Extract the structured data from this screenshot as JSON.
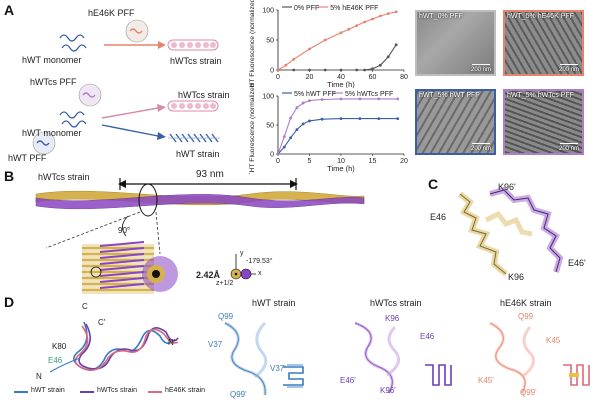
{
  "panels": {
    "a": "A",
    "b": "B",
    "c": "C",
    "d": "D"
  },
  "schematic": {
    "pff1": "hE46K PFF",
    "monomer1": "hWT monomer",
    "strain_cs1": "hWTcs strain",
    "pff_cs": "hWTcs PFF",
    "strain_cs2": "hWTcs strain",
    "monomer2": "hWT monomer",
    "pff_wt": "hWT PFF",
    "strain_wt": "hWT strain"
  },
  "tem": [
    {
      "caption": "hWT_0% PFF",
      "scale": "200 nm"
    },
    {
      "caption": "hWT_5% hE46K PFF",
      "scale": "200 nm"
    },
    {
      "caption": "hWT_5% hWT PFF",
      "scale": "200 nm"
    },
    {
      "caption": "hWT_5% hWTcs PFF",
      "scale": "200 nm"
    }
  ],
  "colors": {
    "gray": "#555555",
    "salmon": "#e8826c",
    "blue": "#3a5ea8",
    "violet": "#b07cc6",
    "purple": "#7b3fb0",
    "gold": "#d6b24e"
  },
  "chart_data": [
    {
      "type": "line",
      "ylabel": "THT Fluorescence (normalized,%)",
      "xlabel": "Time (h)",
      "xlim": [
        0,
        80
      ],
      "ylim": [
        0,
        100
      ],
      "xticks": [
        0,
        20,
        40,
        60,
        80
      ],
      "yticks": [
        0,
        50,
        100
      ],
      "legend": "top",
      "series": [
        {
          "name": "0% PFF",
          "color": "#555555",
          "x": [
            0,
            10,
            20,
            30,
            40,
            50,
            55,
            60,
            65,
            70,
            75
          ],
          "y": [
            0,
            0,
            0,
            0,
            0,
            0,
            0,
            2,
            8,
            22,
            42
          ]
        },
        {
          "name": "5% hE46K PFF",
          "color": "#e8826c",
          "x": [
            0,
            5,
            10,
            20,
            30,
            40,
            45,
            50,
            55,
            60,
            65,
            70,
            75
          ],
          "y": [
            0,
            8,
            18,
            35,
            50,
            62,
            68,
            74,
            80,
            85,
            90,
            94,
            97
          ]
        }
      ]
    },
    {
      "type": "line",
      "ylabel": "THT Fluorescence (normalized,%)",
      "xlabel": "Time (h)",
      "xlim": [
        0,
        20
      ],
      "ylim": [
        0,
        100
      ],
      "xticks": [
        0,
        5,
        10,
        15,
        20
      ],
      "yticks": [
        0,
        50,
        100
      ],
      "legend": "top",
      "series": [
        {
          "name": "5% hWT PFF",
          "color": "#3a5ea8",
          "x": [
            0,
            1,
            2,
            3,
            4,
            5,
            7,
            10,
            13,
            16,
            19
          ],
          "y": [
            0,
            12,
            28,
            42,
            52,
            57,
            60,
            61,
            61,
            61,
            61
          ]
        },
        {
          "name": "5% hWTcs PFF",
          "color": "#b07cc6",
          "x": [
            0,
            1,
            2,
            3,
            4,
            5,
            7,
            10,
            13,
            16,
            19
          ],
          "y": [
            0,
            30,
            62,
            80,
            88,
            92,
            94,
            95,
            95,
            95,
            95
          ]
        }
      ]
    }
  ],
  "b": {
    "title": "hWTcs strain",
    "length": "93 nm",
    "angle": "90°",
    "distance": "2.42Å",
    "twist": "-179.53°",
    "axis_y": "y",
    "axis_x": "x",
    "axis_z": "z+1/2"
  },
  "c": {
    "labels": [
      "K96'",
      "E46",
      "K96",
      "E46'"
    ]
  },
  "d": {
    "overlay_labels": [
      "C",
      "C'",
      "K80",
      "E46",
      "N",
      "N'"
    ],
    "legend": [
      {
        "label": "hWT strain",
        "color": "#3a7bbf"
      },
      {
        "label": "hWTcs strain",
        "color": "#6a3fb0"
      },
      {
        "label": "hE46K strain",
        "color": "#d96b7c"
      }
    ],
    "strains": [
      {
        "title": "hWT strain",
        "labels": [
          "Q99",
          "V37",
          "V37'",
          "Q99'"
        ]
      },
      {
        "title": "hWTcs strain",
        "labels": [
          "K96",
          "E46",
          "E46'",
          "K96'"
        ]
      },
      {
        "title": "hE46K strain",
        "labels": [
          "Q99",
          "K45",
          "K45'",
          "Q99'"
        ]
      }
    ]
  }
}
